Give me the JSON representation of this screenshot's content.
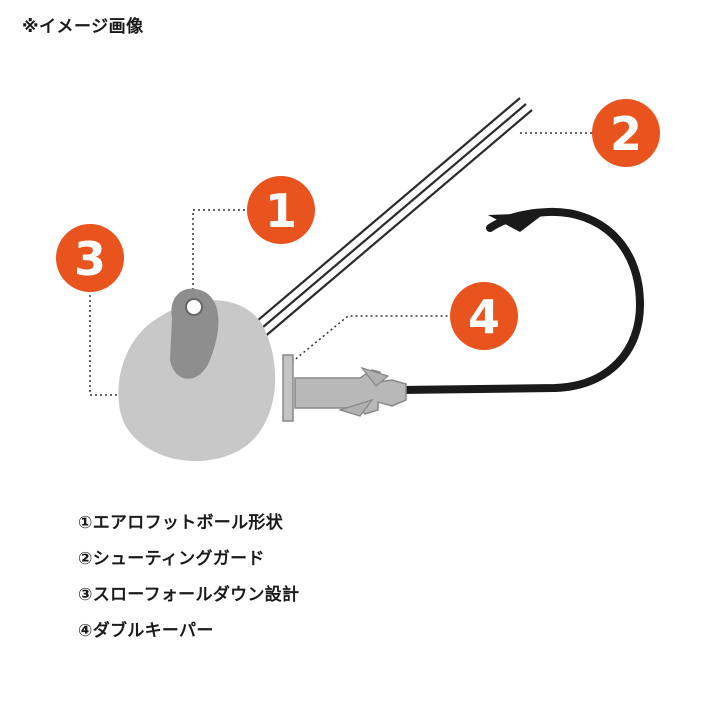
{
  "note": "※イメージ画像",
  "markers": [
    {
      "label": "1",
      "color": "#e8531e"
    },
    {
      "label": "2",
      "color": "#e8531e"
    },
    {
      "label": "3",
      "color": "#e8531e"
    },
    {
      "label": "4",
      "color": "#e8531e"
    }
  ],
  "legend": [
    "①エアロフットボール形状",
    "②シューティングガード",
    "③スローフォールダウン設計",
    "④ダブルキーパー"
  ],
  "colors": {
    "accent": "#e8531e",
    "head": "#c8c8c8",
    "eye": "#8e8e8e",
    "hook": "#1a1a1a",
    "keeper": "#b5b5b5"
  }
}
